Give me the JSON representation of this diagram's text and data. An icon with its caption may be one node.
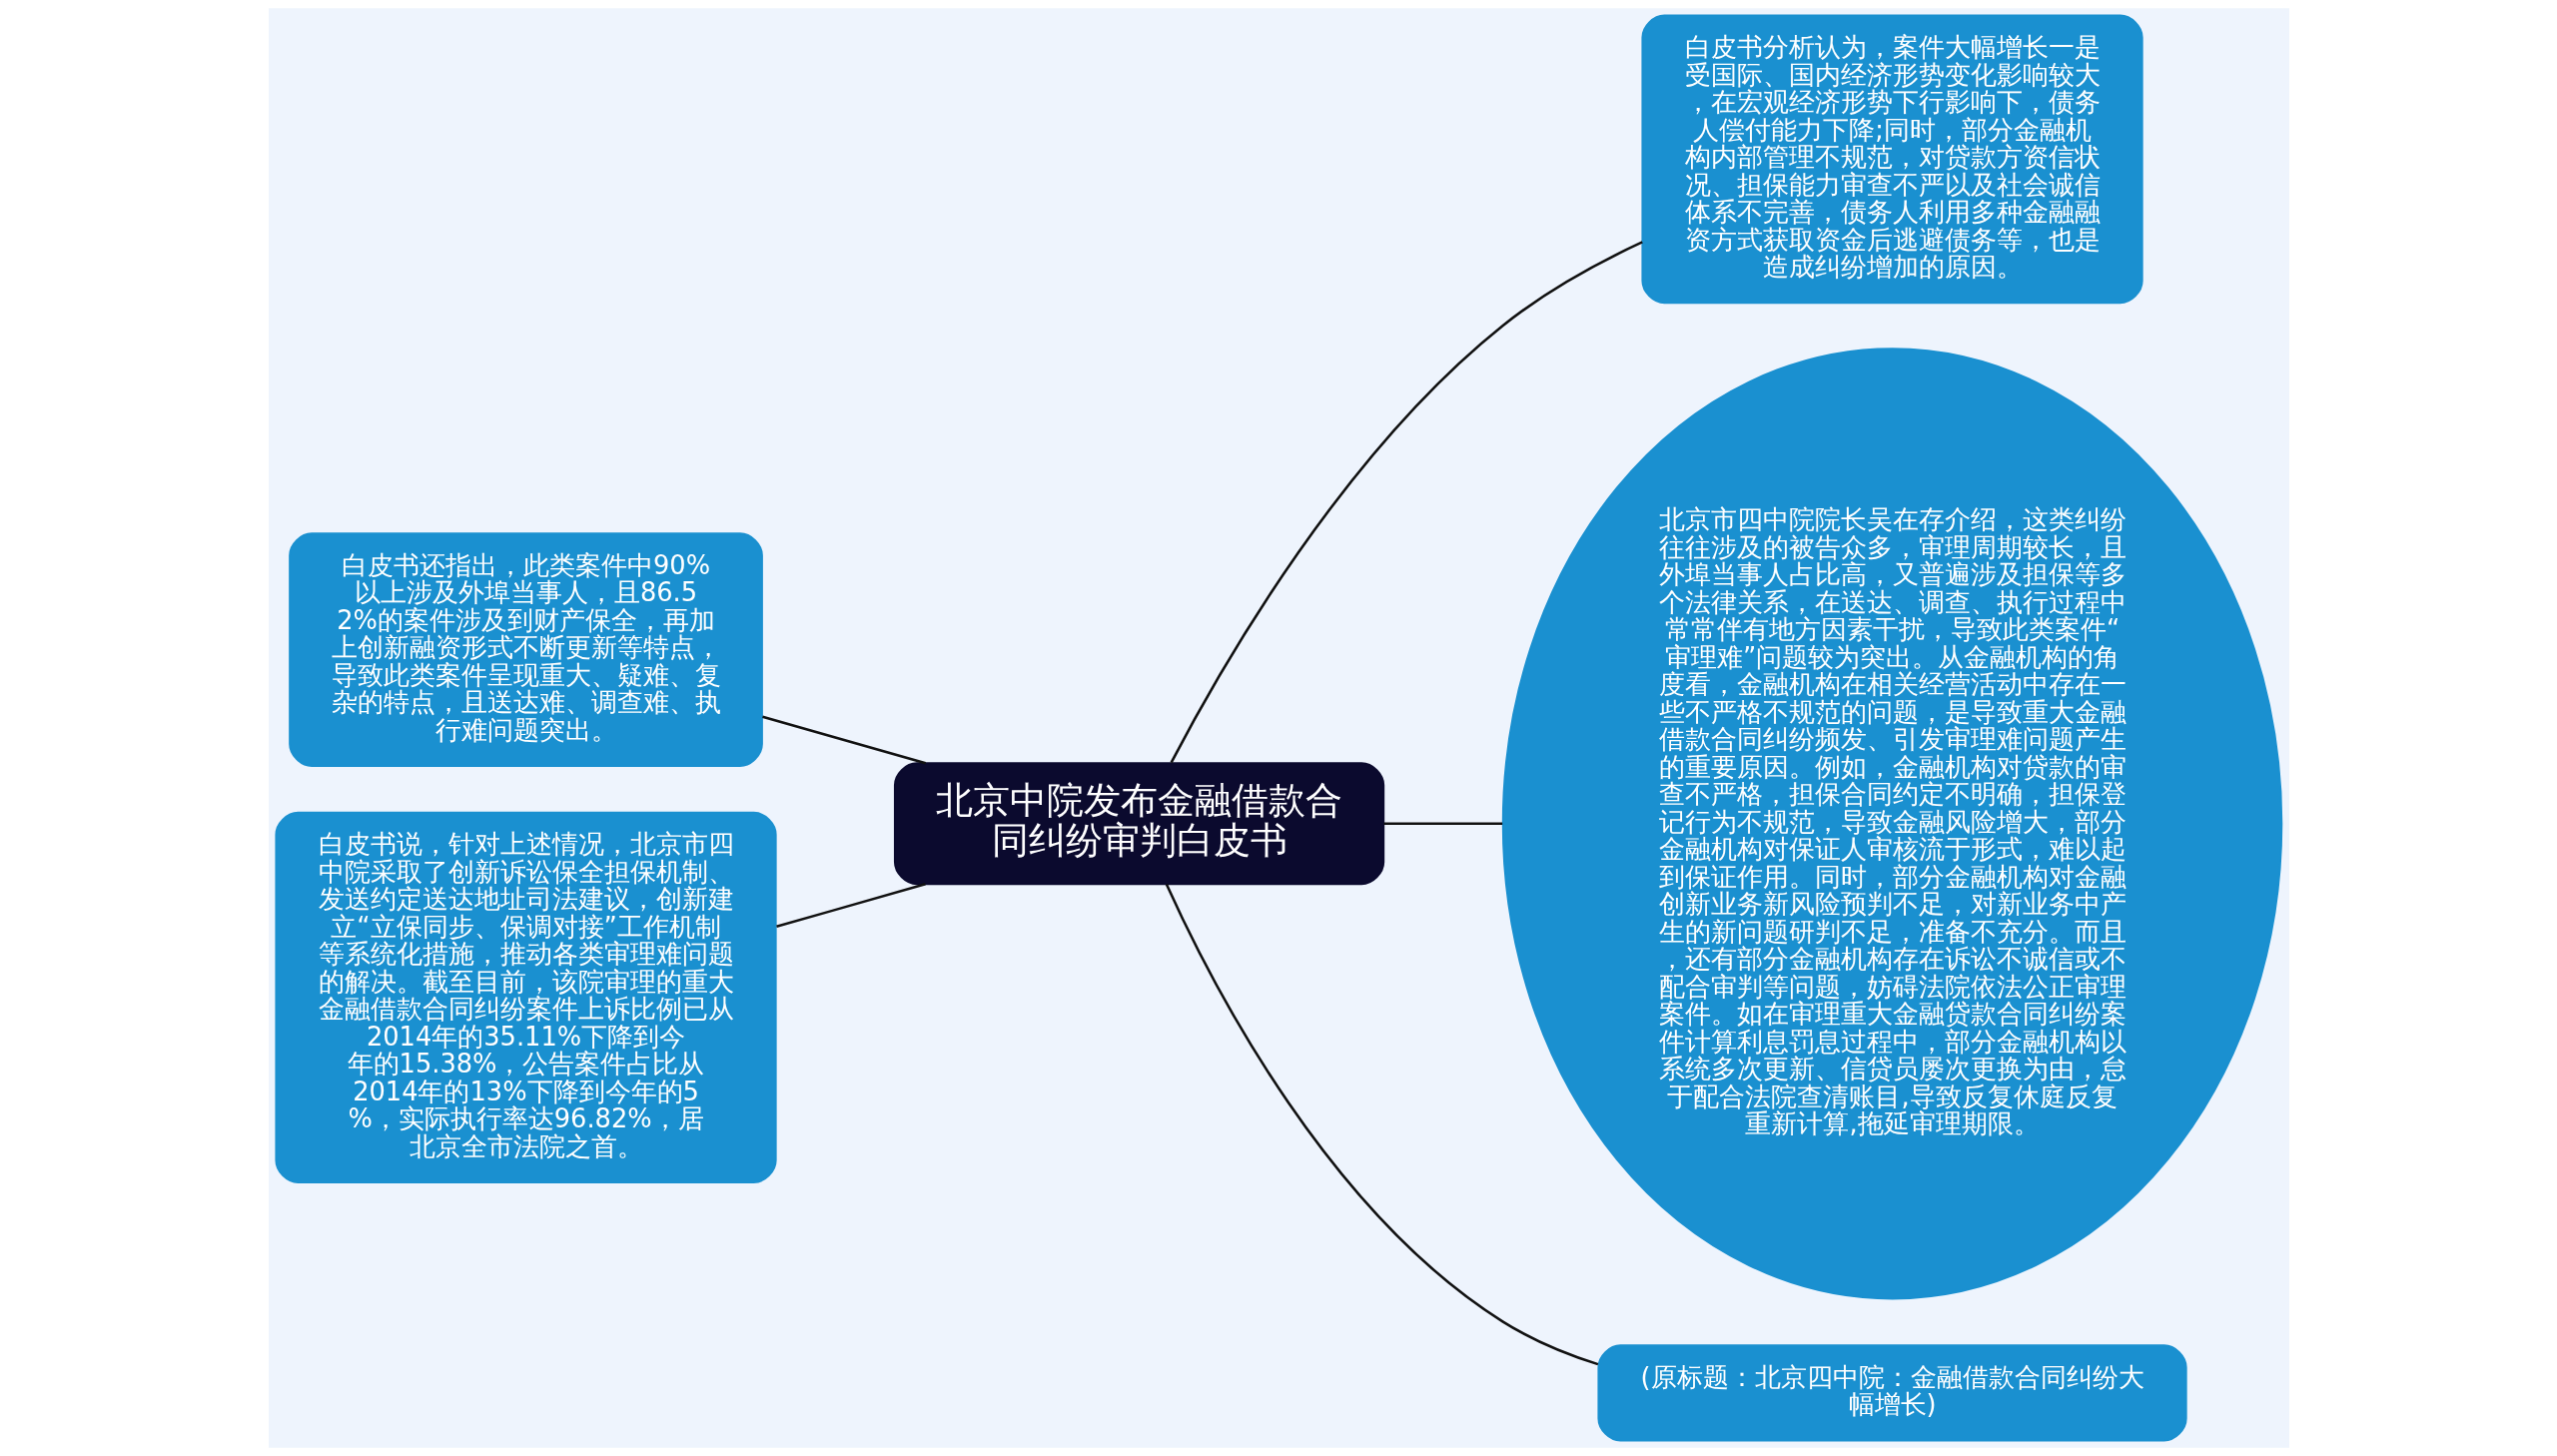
{
  "diagram": {
    "nodes": [
      {
        "text": [
          "北京中院发布金融借款合同纠纷审判白皮书"
        ]
      },
      {
        "text": [
          "白皮书分析认为，案件大幅增长一是受国际、国内经济形势变化影响较大，在宏观经济形势下行影响下，债务人偿付能力下降;同时，部分金融机构内部管理不规范，对贷款方资信状况、担保能力审查不严以及社会诚信体系不完善，债务人利用多种金融融资方式获取资金后逃避债务等，也是造成纠纷增加的原因。"
        ]
      },
      {
        "text": [
          "北京市四中院院长吴在存介绍，这类纠纷往往涉及的被告众多，审理周期较长，且外埠当事人占比高，又普遍涉及担保等多个法律关系，在送达、调查、执行过程中常常伴有地方因素干扰，导致此类案件“审理难”问题较为突出。从金融机构的角度看，金融机构在相关经营活动中存在一些不严格不规范的问题，是导致重大金融借款合同纠纷频发、引发审理难问题产生的重要原因。例如，金融机构对贷款的审查不严格，担保合同约定不明确，担保登记行为不规范，导致金融风险增大，部分金融机构对保证人审核流于形式，难以起到保证作用。同时，部分金融机构对金融创新业务新风险预判不足，对新业务中产生的新问题研判不足，准备不充分。而且，还有部分金融机构存在诉讼不诚信或不配合审判等问题，妨碍法院依法公正审理案件。如在审理重大金融贷款合同纠纷案件计算利息罚息过程中，部分金融机构以系统多次更新、信贷员屡次更换为由，怠于配合法院查清账目,导致反复休庭反复重新计算,拖延审理期限。"
        ]
      },
      {
        "text": [
          "白皮书还指出，此类案件中90%以上涉及外埠当事人，且86.52%的案件涉及到财产保全，再加上创新融资形式不断更新等特点，导致此类案件呈现重大、疑难、复杂的特点，且送达难、调查难、执行难问题突出。"
        ]
      },
      {
        "text": [
          "白皮书说，针对上述情况，北京市四中院采取了创新诉讼保全担保机制、发送约定送达地址司法建议，创新建立“立保同步、保调对接”工作机制等系统化措施，推动各类审理难问题的解决。截至目前，该院审理的重大金融借款合同纠纷案件上诉比例已从2014年的35.11%下降到今年的15.38%，公告案件占比从2014年的13%下降到今年的5%，实际执行率达96.82%，居北京全市法院之首。"
        ]
      },
      {
        "text": [
          "(原标题：北京四中院：金融借款合同纠纷大幅增长)"
        ]
      }
    ],
    "edges": [
      {
        "from": 0,
        "to": 1,
        "arrow": "none"
      },
      {
        "from": 0,
        "to": 2,
        "arrow": "none"
      },
      {
        "from": 0,
        "to": 3,
        "arrow": "none"
      },
      {
        "from": 0,
        "to": 4,
        "arrow": "none"
      },
      {
        "from": 0,
        "to": 5,
        "arrow": "none"
      }
    ]
  }
}
